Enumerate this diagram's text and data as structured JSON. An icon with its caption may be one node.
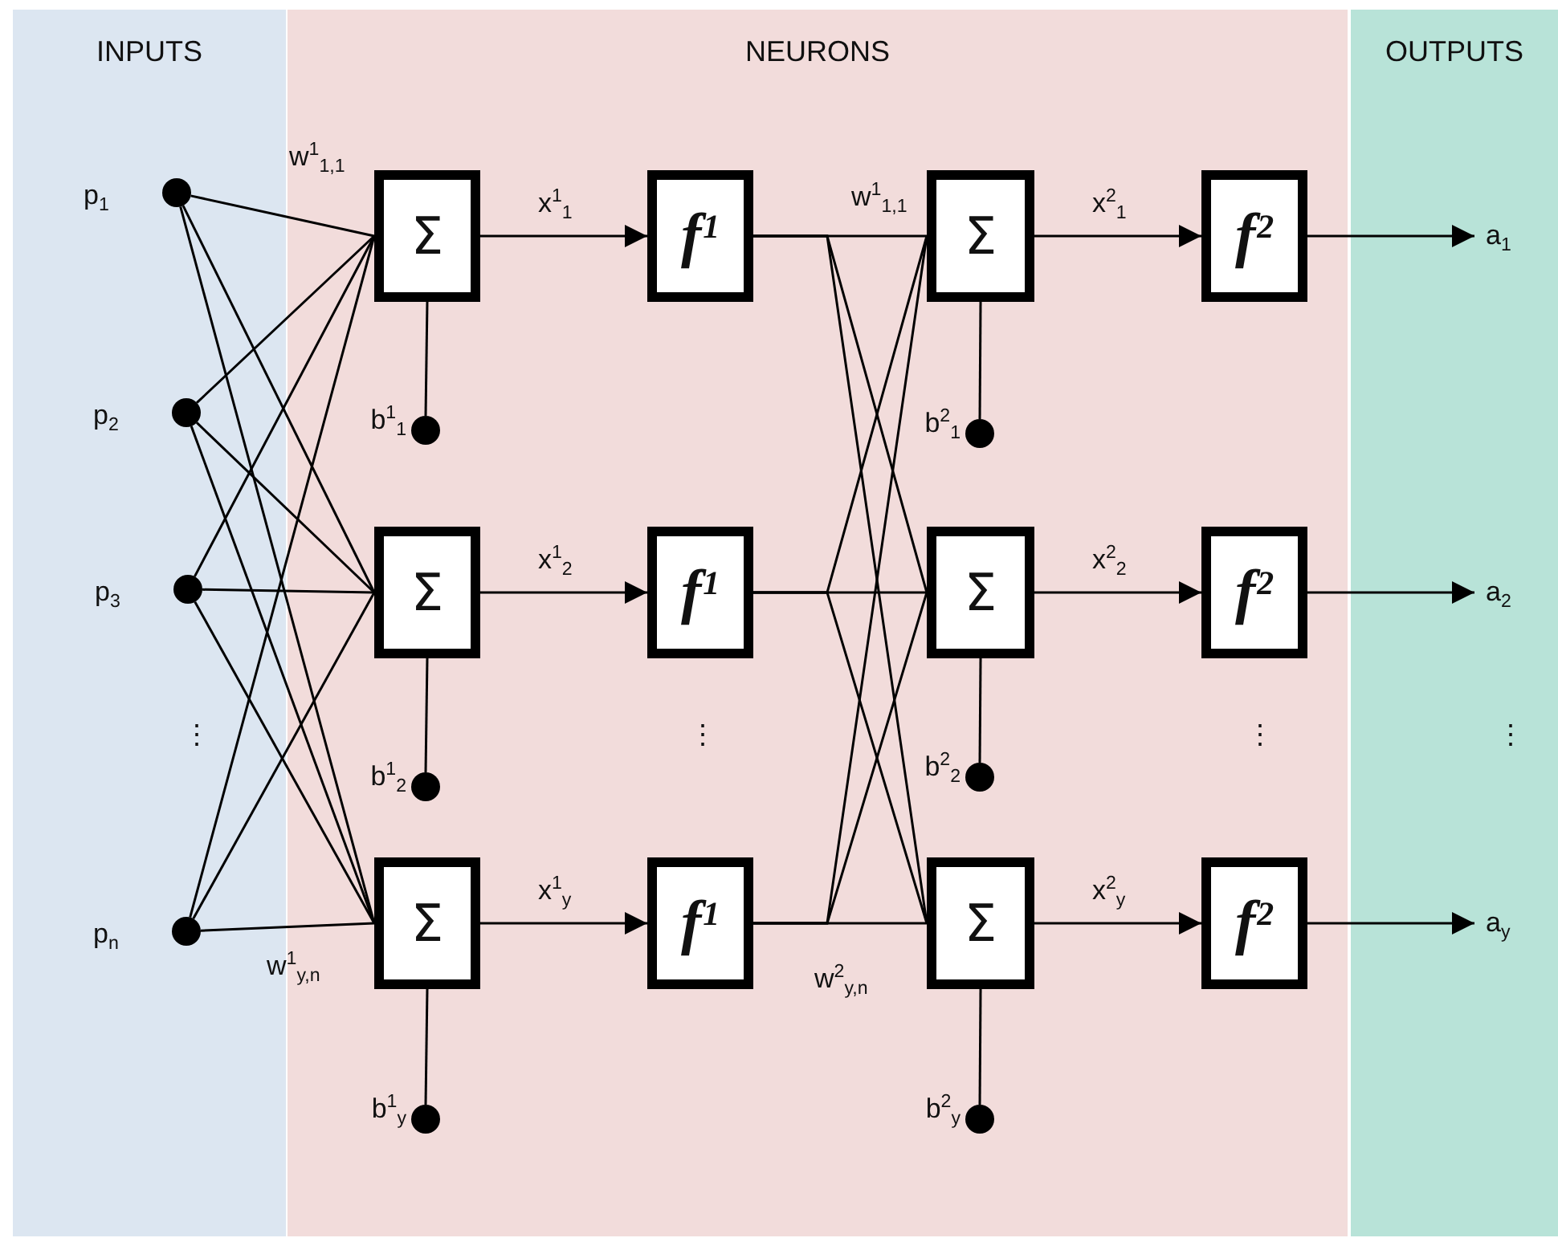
{
  "diagram": {
    "nodes": [
      {
        "text": [
          "INPUTS"
        ]
      },
      {
        "text": [
          "NEURONS"
        ]
      },
      {
        "text": [
          "OUTPUTS"
        ]
      },
      {
        "text": [],
        "shape": "circle",
        "beside": [
          "p$_{1}$"
        ],
        "in": 0
      },
      {
        "text": [],
        "shape": "circle",
        "beside": [
          "p$_{2}$"
        ],
        "in": 0
      },
      {
        "text": [],
        "shape": "circle",
        "beside": [
          "p$_{3}$"
        ],
        "in": 0
      },
      {
        "text": [],
        "shape": "circle",
        "beside": [
          "p$_{n}$"
        ],
        "in": 0
      },
      {
        "text": [
          "Σ"
        ],
        "in": 1
      },
      {
        "text": [
          "Σ"
        ],
        "in": 1
      },
      {
        "text": [
          "Σ"
        ],
        "in": 1
      },
      {
        "text": [],
        "shape": "circle",
        "beside": [
          "b$^{1}$$_{1}$"
        ],
        "in": 1
      },
      {
        "text": [],
        "shape": "circle",
        "beside": [
          "b$^{1}$$_{2}$"
        ],
        "in": 1
      },
      {
        "text": [],
        "shape": "circle",
        "beside": [
          "b$^{1}$$_{y}$"
        ],
        "in": 1
      },
      {
        "text": [
          "f$^{1}$"
        ],
        "in": 1
      },
      {
        "text": [
          "f$^{1}$"
        ],
        "in": 1
      },
      {
        "text": [
          "f$^{1}$"
        ],
        "in": 1
      },
      {
        "text": [
          "Σ"
        ],
        "in": 1
      },
      {
        "text": [
          "Σ"
        ],
        "in": 1
      },
      {
        "text": [
          "Σ"
        ],
        "in": 1
      },
      {
        "text": [],
        "shape": "circle",
        "beside": [
          "b$^{2}$$_{1}$"
        ],
        "in": 1
      },
      {
        "text": [],
        "shape": "circle",
        "beside": [
          "b$^{2}$$_{2}$"
        ],
        "in": 1
      },
      {
        "text": [],
        "shape": "circle",
        "beside": [
          "b$^{2}$$_{y}$"
        ],
        "in": 1
      },
      {
        "text": [
          "f$^{2}$"
        ],
        "in": 1
      },
      {
        "text": [
          "f$^{2}$"
        ],
        "in": 1
      },
      {
        "text": [
          "f$^{2}$"
        ],
        "in": 1
      },
      {
        "text": [
          "a$_{1}$"
        ],
        "in": 2
      },
      {
        "text": [
          "a$_{2}$"
        ],
        "in": 2
      },
      {
        "text": [
          "a$_{y}$"
        ],
        "in": 2
      }
    ],
    "edges": [
      {
        "from": 3,
        "to": 7,
        "arrow": "none"
      },
      {
        "from": 3,
        "to": 8,
        "arrow": "none"
      },
      {
        "from": 3,
        "to": 9,
        "arrow": "none"
      },
      {
        "from": 4,
        "to": 7,
        "arrow": "none"
      },
      {
        "from": 4,
        "to": 8,
        "arrow": "none"
      },
      {
        "from": 4,
        "to": 9,
        "arrow": "none"
      },
      {
        "from": 5,
        "to": 7,
        "arrow": "none"
      },
      {
        "from": 5,
        "to": 8,
        "arrow": "none"
      },
      {
        "from": 5,
        "to": 9,
        "arrow": "none"
      },
      {
        "from": 6,
        "to": 7,
        "arrow": "none"
      },
      {
        "from": 6,
        "to": 8,
        "arrow": "none"
      },
      {
        "from": 6,
        "to": 9,
        "arrow": "none"
      },
      {
        "from": 10,
        "to": 7,
        "arrow": "none"
      },
      {
        "from": 11,
        "to": 8,
        "arrow": "none"
      },
      {
        "from": 12,
        "to": 9,
        "arrow": "none"
      },
      {
        "from": 7,
        "to": 13,
        "arrow": "to",
        "label": "x$^{1}$$_{1}$"
      },
      {
        "from": 8,
        "to": 14,
        "arrow": "to",
        "label": "x$^{1}$$_{2}$"
      },
      {
        "from": 9,
        "to": 15,
        "arrow": "to",
        "label": "x$^{1}$$_{y}$"
      },
      {
        "from": 13,
        "to": 16,
        "arrow": "none"
      },
      {
        "from": 13,
        "to": 17,
        "arrow": "none"
      },
      {
        "from": 13,
        "to": 18,
        "arrow": "none"
      },
      {
        "from": 14,
        "to": 16,
        "arrow": "none"
      },
      {
        "from": 14,
        "to": 17,
        "arrow": "none"
      },
      {
        "from": 14,
        "to": 18,
        "arrow": "none"
      },
      {
        "from": 15,
        "to": 16,
        "arrow": "none"
      },
      {
        "from": 15,
        "to": 17,
        "arrow": "none"
      },
      {
        "from": 15,
        "to": 18,
        "arrow": "none"
      },
      {
        "from": 19,
        "to": 16,
        "arrow": "none"
      },
      {
        "from": 20,
        "to": 17,
        "arrow": "none"
      },
      {
        "from": 21,
        "to": 18,
        "arrow": "none"
      },
      {
        "from": 16,
        "to": 22,
        "arrow": "to",
        "label": "x$^{2}$$_{1}$"
      },
      {
        "from": 17,
        "to": 23,
        "arrow": "to",
        "label": "x$^{2}$$_{2}$"
      },
      {
        "from": 18,
        "to": 24,
        "arrow": "to",
        "label": "x$^{2}$$_{y}$"
      },
      {
        "from": 22,
        "to": 25,
        "arrow": "to"
      },
      {
        "from": 23,
        "to": 26,
        "arrow": "to"
      },
      {
        "from": 24,
        "to": 27,
        "arrow": "to"
      }
    ],
    "labels": [
      "w$^{1}$$_{1,1}$",
      "w$^{1}$$_{1,1}$",
      "⋮",
      "⋮",
      "⋮",
      "⋮",
      "w$^{1}$$_{y,n}$",
      "w$^{2}$$_{y,n}$"
    ]
  }
}
